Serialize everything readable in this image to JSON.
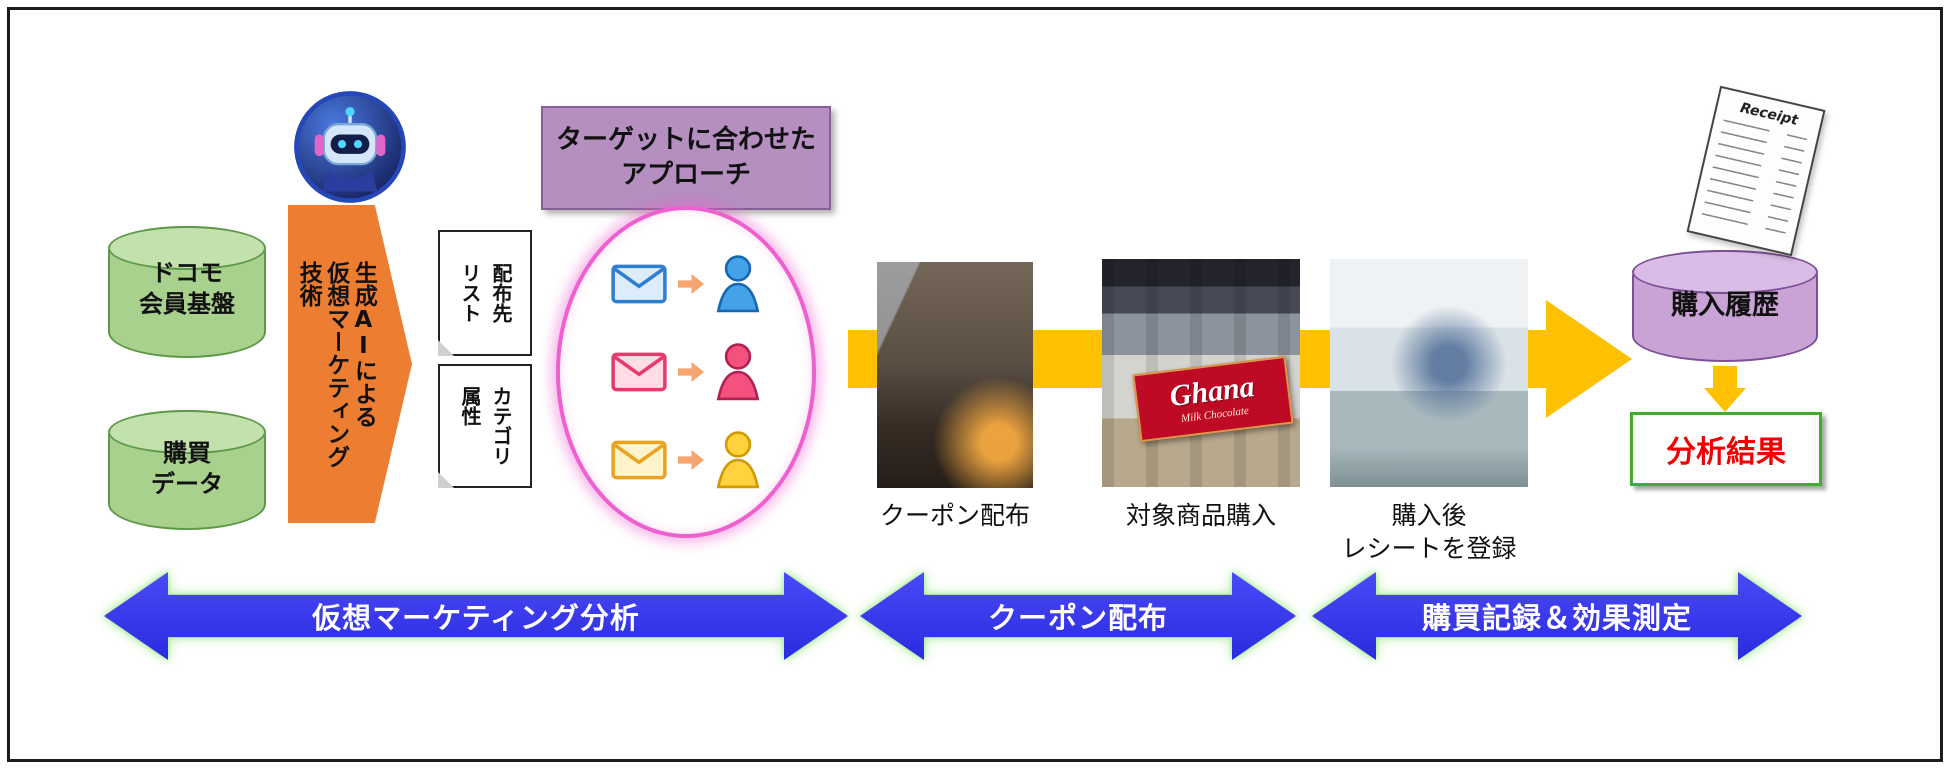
{
  "sources": [
    {
      "label": "ドコモ\n会員基盤"
    },
    {
      "label": "購買\nデータ"
    }
  ],
  "ai_banner": {
    "label": "生成AIによる\n仮想マーケティング\n技術"
  },
  "output_notes": [
    {
      "label": "配布先\nリスト"
    },
    {
      "label": "カテゴリ\n属性"
    }
  ],
  "target_box": {
    "label": "ターゲットに合わせた\nアプローチ"
  },
  "steps": [
    {
      "caption": "クーポン配布"
    },
    {
      "caption": "対象商品購入"
    },
    {
      "caption": "購入後\nレシートを登録"
    }
  ],
  "product_overlay": {
    "brand": "Ghana",
    "sub": "Milk Chocolate"
  },
  "purchase_history": {
    "label": "購入履歴"
  },
  "receipt": {
    "title": "Receipt"
  },
  "analysis_result": {
    "label": "分析結果"
  },
  "phases": [
    {
      "label": "仮想マーケティング分析"
    },
    {
      "label": "クーポン配布"
    },
    {
      "label": "購買記録＆効果測定"
    }
  ],
  "colors": {
    "source_green": "#a9d18e",
    "banner_orange": "#ed7d31",
    "target_purple": "#b58fc0",
    "ellipse_pink": "#ee5fd0",
    "flow_yellow": "#ffc000",
    "history_purple": "#c9a3d6",
    "result_border_green": "#3fae2a",
    "result_text_red": "#f00000",
    "phase_blue": "#3a3af2",
    "ghana_red": "#bf0a26"
  }
}
